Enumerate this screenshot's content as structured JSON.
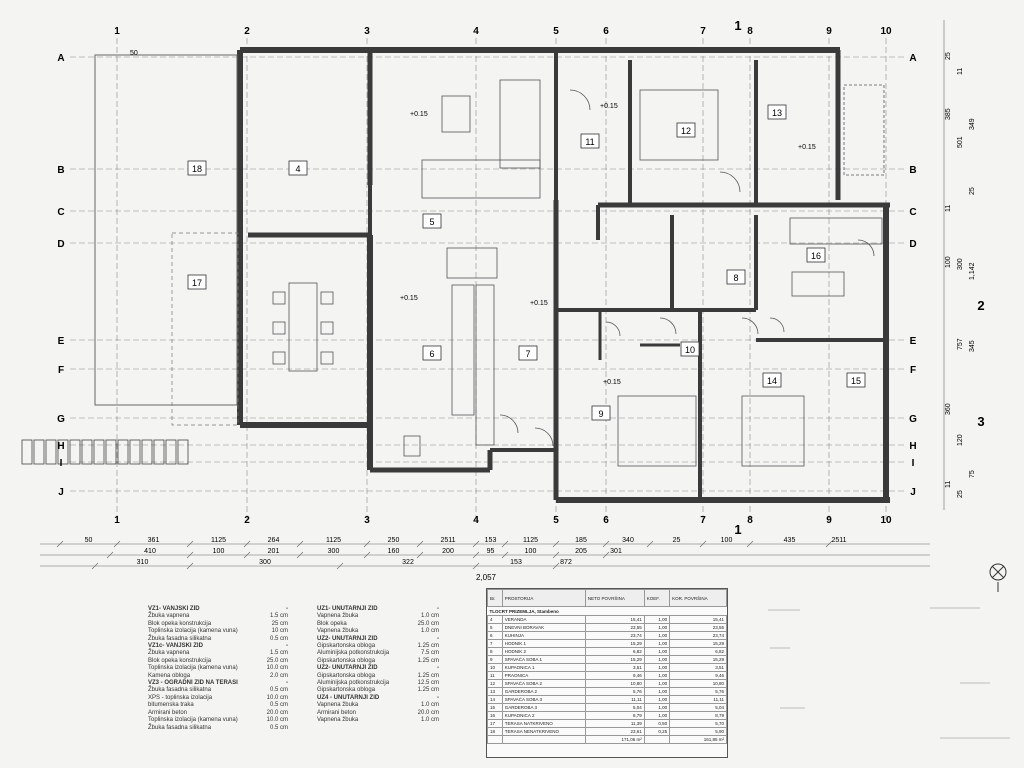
{
  "axes": {
    "numbers": [
      "1",
      "2",
      "3",
      "4",
      "5",
      "6",
      "7",
      "8",
      "9",
      "10"
    ],
    "letters": [
      "A",
      "B",
      "C",
      "D",
      "E",
      "F",
      "G",
      "H",
      "I",
      "J"
    ],
    "sections": [
      "1",
      "2",
      "3"
    ]
  },
  "rooms": [
    "18",
    "4",
    "5",
    "17",
    "6",
    "7",
    "11",
    "12",
    "13",
    "16",
    "8",
    "10",
    "9",
    "14",
    "15"
  ],
  "levels": [
    "+0.15",
    "+0.15",
    "+0.15",
    "+0.15",
    "+0.15",
    "+0.15"
  ],
  "dimensions": {
    "top_row1": "50",
    "bottom_row1": [
      "50",
      "361",
      "1125",
      "264",
      "1125",
      "250",
      "2511",
      "153",
      "1125",
      "185",
      "340",
      "25",
      "100",
      "435",
      "2511"
    ],
    "bottom_row2": [
      "410",
      "100",
      "201",
      "300",
      "160",
      "200",
      "95",
      "100",
      "205",
      "301"
    ],
    "bottom_row3": [
      "310",
      "300",
      "322",
      "153",
      "872"
    ],
    "total": "2,057",
    "right": [
      "25",
      "11",
      "349",
      "385",
      "501",
      "25",
      "11",
      "300",
      "1,142",
      "100",
      "757",
      "345",
      "360",
      "120",
      "75",
      "11",
      "25"
    ]
  },
  "legend_left": [
    {
      "type": "hdr",
      "label": "VZ1- VANJSKI ZID",
      "value": "-"
    },
    {
      "type": "row",
      "label": "Žbuka vapnena",
      "value": "1.5 cm"
    },
    {
      "type": "row",
      "label": "Blok opeka konstrukcija",
      "value": "25 cm"
    },
    {
      "type": "row",
      "label": "Toplinska izolacija (kamena vuna)",
      "value": "10 cm"
    },
    {
      "type": "row",
      "label": "Žbuka fasadna silikatna",
      "value": "0.5 cm"
    },
    {
      "type": "hdr",
      "label": "VZ1c- VANJSKI ZID",
      "value": "-"
    },
    {
      "type": "row",
      "label": "Žbuka vapnena",
      "value": "1.5 cm"
    },
    {
      "type": "row",
      "label": "Blok opeka konstrukcija",
      "value": "25.0 cm"
    },
    {
      "type": "row",
      "label": "Toplinska izolacija (kamena vuna)",
      "value": "10.0 cm"
    },
    {
      "type": "row",
      "label": "Kamena obloga",
      "value": "2.0 cm"
    },
    {
      "type": "hdr",
      "label": "VZ3 - OGRADNI ZID NA TERASI",
      "value": "-"
    },
    {
      "type": "row",
      "label": "Žbuka fasadna silikatna",
      "value": "0.5 cm"
    },
    {
      "type": "row",
      "label": "XPS - toplinska izolacija",
      "value": "10.0 cm"
    },
    {
      "type": "row",
      "label": "bitumenska traka",
      "value": "0.5 cm"
    },
    {
      "type": "row",
      "label": "Armirani beton",
      "value": "20.0 cm"
    },
    {
      "type": "row",
      "label": "Toplinska izolacija (kamena vuna)",
      "value": "10.0 cm"
    },
    {
      "type": "row",
      "label": "Žbuka fasadna silikatna",
      "value": "0.5 cm"
    }
  ],
  "legend_mid": [
    {
      "type": "hdr",
      "label": "UZ1- UNUTARNJI ZID",
      "value": "-"
    },
    {
      "type": "row",
      "label": "Vapnena žbuka",
      "value": "1.0 cm"
    },
    {
      "type": "row",
      "label": "Blok opeka",
      "value": "25.0 cm"
    },
    {
      "type": "row",
      "label": "Vapnena žbuka",
      "value": "1.0 cm"
    },
    {
      "type": "hdr",
      "label": "UZ2- UNUTARNJI ZID",
      "value": "-"
    },
    {
      "type": "row",
      "label": "Gipskartonska obloga",
      "value": "1.25 cm"
    },
    {
      "type": "row",
      "label": "Aluminijska potkonstrukcija",
      "value": "7.5 cm"
    },
    {
      "type": "row",
      "label": "Gipskartonska obloga",
      "value": "1.25 cm"
    },
    {
      "type": "hdr",
      "label": "UZ2- UNUTARNJI ZID",
      "value": "-"
    },
    {
      "type": "row",
      "label": "Gipskartonska obloga",
      "value": "1.25 cm"
    },
    {
      "type": "row",
      "label": "Aluminijska potkonstrukcija",
      "value": "12.5 cm"
    },
    {
      "type": "row",
      "label": "Gipskartonska obloga",
      "value": "1.25 cm"
    },
    {
      "type": "hdr",
      "label": "UZ4 - UNUTARNJI ZID",
      "value": "-"
    },
    {
      "type": "row",
      "label": "Vapnena žbuka",
      "value": "1.0 cm"
    },
    {
      "type": "row",
      "label": "Armirani beton",
      "value": "20.0 cm"
    },
    {
      "type": "row",
      "label": "Vapnena žbuka",
      "value": "1.0 cm"
    }
  ],
  "room_table": {
    "headers": [
      "Br.",
      "PROSTORIJA",
      "NETO POVRŠINA",
      "KOEF.",
      "KOR. POVRŠINA"
    ],
    "caption": "TLOCRT PRIZEMLJA, Stambeno",
    "rows": [
      [
        "4",
        "VERANDA",
        "15,41",
        "1,00",
        "15,41"
      ],
      [
        "5",
        "DNEVNI BORAVAK",
        "23,55",
        "1,00",
        "23,55"
      ],
      [
        "6",
        "KUHINJA",
        "23,74",
        "1,00",
        "23,74"
      ],
      [
        "7",
        "HODNIK 1",
        "15,29",
        "1,00",
        "15,29"
      ],
      [
        "8",
        "HODNIK 2",
        "6,82",
        "1,00",
        "6,82"
      ],
      [
        "9",
        "SPAVAĆA SOBA 1",
        "15,29",
        "1,00",
        "15,29"
      ],
      [
        "10",
        "KUPAONICA 1",
        "3,51",
        "1,00",
        "3,51"
      ],
      [
        "11",
        "PRAONICA",
        "9,46",
        "1,00",
        "9,46"
      ],
      [
        "12",
        "SPAVAĆA SOBA 2",
        "10,80",
        "1,00",
        "10,80"
      ],
      [
        "13",
        "GARDEROBA 2",
        "5,76",
        "1,00",
        "5,76"
      ],
      [
        "14",
        "SPAVAĆA SOBA 3",
        "11,11",
        "1,00",
        "11,11"
      ],
      [
        "15",
        "GARDEROBA 3",
        "5,04",
        "1,00",
        "5,04"
      ],
      [
        "16",
        "KUPAONICA 2",
        "8,79",
        "1,00",
        "8,79"
      ],
      [
        "17",
        "TERASA NATKRIVENO",
        "11,39",
        "0,50",
        "5,70"
      ],
      [
        "18",
        "TERASA NENATKRIVENO",
        "23,61",
        "0,25",
        "5,90"
      ]
    ],
    "totals": [
      "171,06 m²",
      "161,85 m²"
    ]
  },
  "colors": {
    "wall": "#3a3a3a",
    "line": "#555555",
    "paper": "#f4f4f2"
  }
}
